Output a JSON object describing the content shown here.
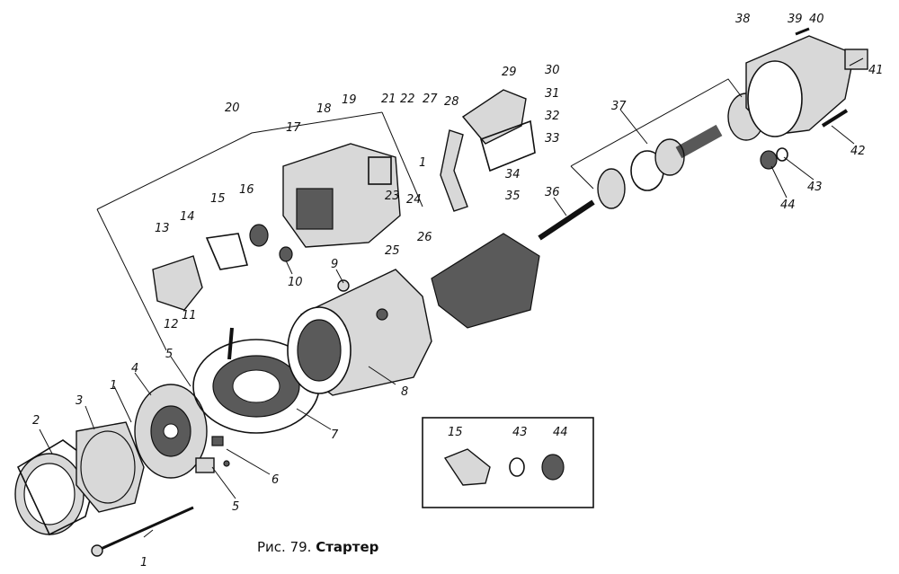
{
  "caption": {
    "prefix": "Рис. 79.",
    "title": "Стартер"
  },
  "callouts": [
    {
      "id": "c1a",
      "text": "1"
    },
    {
      "id": "c1b",
      "text": "1"
    },
    {
      "id": "c1c",
      "text": "1"
    },
    {
      "id": "c2",
      "text": "2"
    },
    {
      "id": "c3",
      "text": "3"
    },
    {
      "id": "c4",
      "text": "4"
    },
    {
      "id": "c5a",
      "text": "5"
    },
    {
      "id": "c5b",
      "text": "5"
    },
    {
      "id": "c6",
      "text": "6"
    },
    {
      "id": "c7",
      "text": "7"
    },
    {
      "id": "c8",
      "text": "8"
    },
    {
      "id": "c9",
      "text": "9"
    },
    {
      "id": "c10",
      "text": "10"
    },
    {
      "id": "c11",
      "text": "11"
    },
    {
      "id": "c12",
      "text": "12"
    },
    {
      "id": "c13",
      "text": "13"
    },
    {
      "id": "c14",
      "text": "14"
    },
    {
      "id": "c15",
      "text": "15"
    },
    {
      "id": "c15b",
      "text": "15"
    },
    {
      "id": "c16",
      "text": "16"
    },
    {
      "id": "c17",
      "text": "17"
    },
    {
      "id": "c18",
      "text": "18"
    },
    {
      "id": "c19",
      "text": "19"
    },
    {
      "id": "c20",
      "text": "20"
    },
    {
      "id": "c21",
      "text": "21"
    },
    {
      "id": "c22",
      "text": "22"
    },
    {
      "id": "c23",
      "text": "23"
    },
    {
      "id": "c24",
      "text": "24"
    },
    {
      "id": "c25",
      "text": "25"
    },
    {
      "id": "c26",
      "text": "26"
    },
    {
      "id": "c27",
      "text": "27"
    },
    {
      "id": "c28",
      "text": "28"
    },
    {
      "id": "c29",
      "text": "29"
    },
    {
      "id": "c30",
      "text": "30"
    },
    {
      "id": "c31",
      "text": "31"
    },
    {
      "id": "c32",
      "text": "32"
    },
    {
      "id": "c33",
      "text": "33"
    },
    {
      "id": "c34",
      "text": "34"
    },
    {
      "id": "c35",
      "text": "35"
    },
    {
      "id": "c36",
      "text": "36"
    },
    {
      "id": "c37",
      "text": "37"
    },
    {
      "id": "c38",
      "text": "38"
    },
    {
      "id": "c39",
      "text": "39"
    },
    {
      "id": "c40",
      "text": "40"
    },
    {
      "id": "c41",
      "text": "41"
    },
    {
      "id": "c42",
      "text": "42"
    },
    {
      "id": "c43",
      "text": "43"
    },
    {
      "id": "c43b",
      "text": "43"
    },
    {
      "id": "c44",
      "text": "44"
    },
    {
      "id": "c44b",
      "text": "44"
    }
  ]
}
